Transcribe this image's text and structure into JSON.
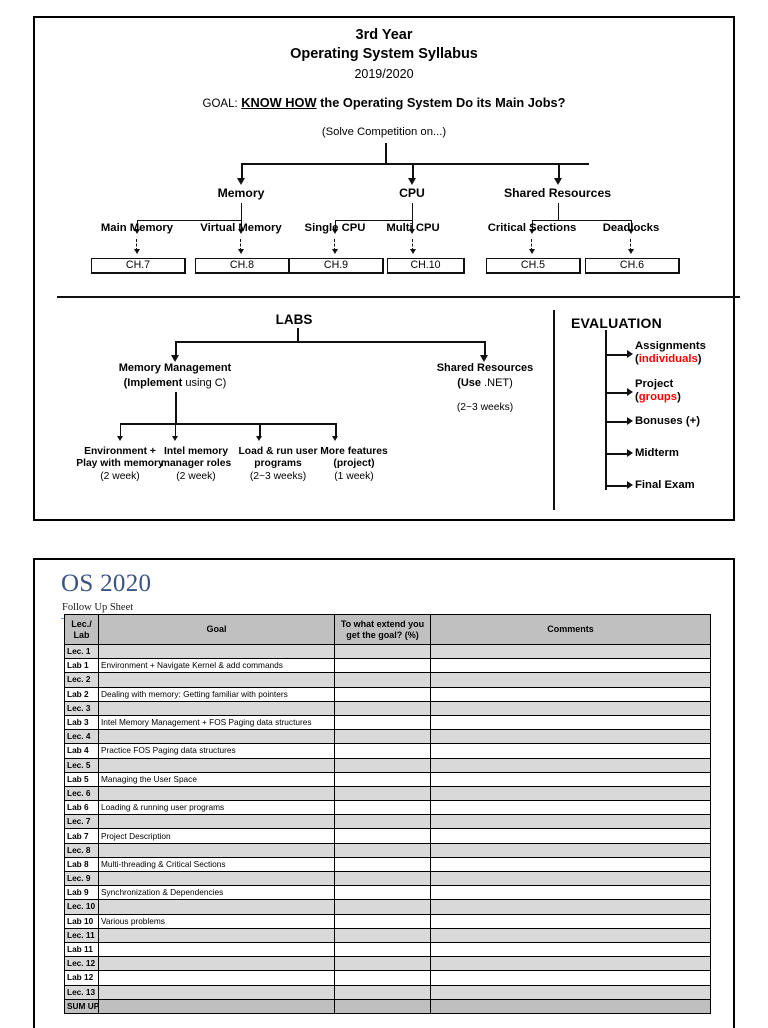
{
  "page1": {
    "title_line1": "3rd Year",
    "title_line2": "Operating System Syllabus",
    "academic_year": "2019/2020",
    "goal_label": "GOAL:",
    "goal_emphasis": "KNOW HOW",
    "goal_rest": " the Operating System Do its Main Jobs?",
    "solve_note": "(Solve Competition on...)",
    "tree": {
      "branches": [
        {
          "label": "Memory",
          "children": [
            {
              "label": "Main Memory",
              "chapter": "CH.7"
            },
            {
              "label": "Virtual Memory",
              "chapter": "CH.8"
            }
          ]
        },
        {
          "label": "CPU",
          "children": [
            {
              "label": "Single CPU",
              "chapter": "CH.9"
            },
            {
              "label": "Multi CPU",
              "chapter": "CH.10"
            }
          ]
        },
        {
          "label": "Shared Resources",
          "children": [
            {
              "label": "Critical Sections",
              "chapter": "CH.5"
            },
            {
              "label": "Deadlocks",
              "chapter": "CH.6"
            }
          ]
        }
      ]
    },
    "labs": {
      "title": "LABS",
      "memory_management": {
        "title": "Memory Management",
        "sub_bold": "(Implement",
        "sub_rest": " using C)",
        "items": [
          {
            "line1": "Environment +",
            "line2": "Play with memory",
            "duration": "(2 week)"
          },
          {
            "line1": "Intel memory",
            "line2": "manager roles",
            "duration": "(2 week)"
          },
          {
            "line1": "Load & run user",
            "line2": "programs",
            "duration": "(2~3 weeks)"
          },
          {
            "line1": "More features",
            "line2": "(project)",
            "duration": "(1 week)"
          }
        ]
      },
      "shared_resources": {
        "title": "Shared Resources",
        "sub_bold": "(Use",
        "sub_rest": " .NET)",
        "duration": "(2~3 weeks)"
      }
    },
    "evaluation": {
      "title": "EVALUATION",
      "items": [
        {
          "label": "Assignments",
          "note": "individuals",
          "note_color": "#ff0000"
        },
        {
          "label": "Project",
          "note": "groups",
          "note_color": "#ff0000"
        },
        {
          "label": "Bonuses (+)",
          "note": "",
          "note_color": ""
        },
        {
          "label": "Midterm",
          "note": "",
          "note_color": ""
        },
        {
          "label": "Final Exam",
          "note": "",
          "note_color": ""
        }
      ]
    }
  },
  "page2": {
    "heading": "OS 2020",
    "subheading": "Follow Up Sheet",
    "heading_color": "#3b5481",
    "table": {
      "columns": [
        "Lec./ Lab",
        "Goal",
        "To what extend you get the goal? (%)",
        "Comments"
      ],
      "col1_line1": "Lec./",
      "col1_line2": "Lab",
      "col3_line1": "To what extend you",
      "col3_line2": "get the goal? (%)",
      "rows": [
        {
          "key": "Lec. 1",
          "goal": "",
          "kind": "lec"
        },
        {
          "key": "Lab 1",
          "goal": "Environment + Navigate Kernel & add commands",
          "kind": "lab"
        },
        {
          "key": "Lec. 2",
          "goal": "",
          "kind": "lec"
        },
        {
          "key": "Lab 2",
          "goal": "Dealing with memory: Getting familiar with pointers",
          "kind": "lab"
        },
        {
          "key": "Lec. 3",
          "goal": "",
          "kind": "lec"
        },
        {
          "key": "Lab 3",
          "goal": "Intel Memory Management + FOS Paging data structures",
          "kind": "lab"
        },
        {
          "key": "Lec. 4",
          "goal": "",
          "kind": "lec"
        },
        {
          "key": "Lab 4",
          "goal": "Practice FOS Paging data structures",
          "kind": "lab"
        },
        {
          "key": "Lec. 5",
          "goal": "",
          "kind": "lec"
        },
        {
          "key": "Lab 5",
          "goal": "Managing the User Space",
          "kind": "lab"
        },
        {
          "key": "Lec. 6",
          "goal": "",
          "kind": "lec"
        },
        {
          "key": "Lab 6",
          "goal": "Loading & running user programs",
          "kind": "lab"
        },
        {
          "key": "Lec. 7",
          "goal": "",
          "kind": "lec"
        },
        {
          "key": "Lab 7",
          "goal": "Project Description",
          "kind": "lab"
        },
        {
          "key": "Lec. 8",
          "goal": "",
          "kind": "lec"
        },
        {
          "key": "Lab 8",
          "goal": "Multi-threading & Critical Sections",
          "kind": "lab"
        },
        {
          "key": "Lec. 9",
          "goal": "",
          "kind": "lec"
        },
        {
          "key": "Lab 9",
          "goal": "Synchronization & Dependencies",
          "kind": "lab"
        },
        {
          "key": "Lec. 10",
          "goal": "",
          "kind": "lec"
        },
        {
          "key": "Lab 10",
          "goal": "Various problems",
          "kind": "lab"
        },
        {
          "key": "Lec. 11",
          "goal": "",
          "kind": "lec"
        },
        {
          "key": "Lab 11",
          "goal": "",
          "kind": "lab"
        },
        {
          "key": "Lec. 12",
          "goal": "",
          "kind": "lec"
        },
        {
          "key": "Lab 12",
          "goal": "",
          "kind": "lab"
        },
        {
          "key": "Lec. 13",
          "goal": "",
          "kind": "lec"
        },
        {
          "key": "SUM UP",
          "goal": "",
          "kind": "sum"
        }
      ]
    }
  }
}
